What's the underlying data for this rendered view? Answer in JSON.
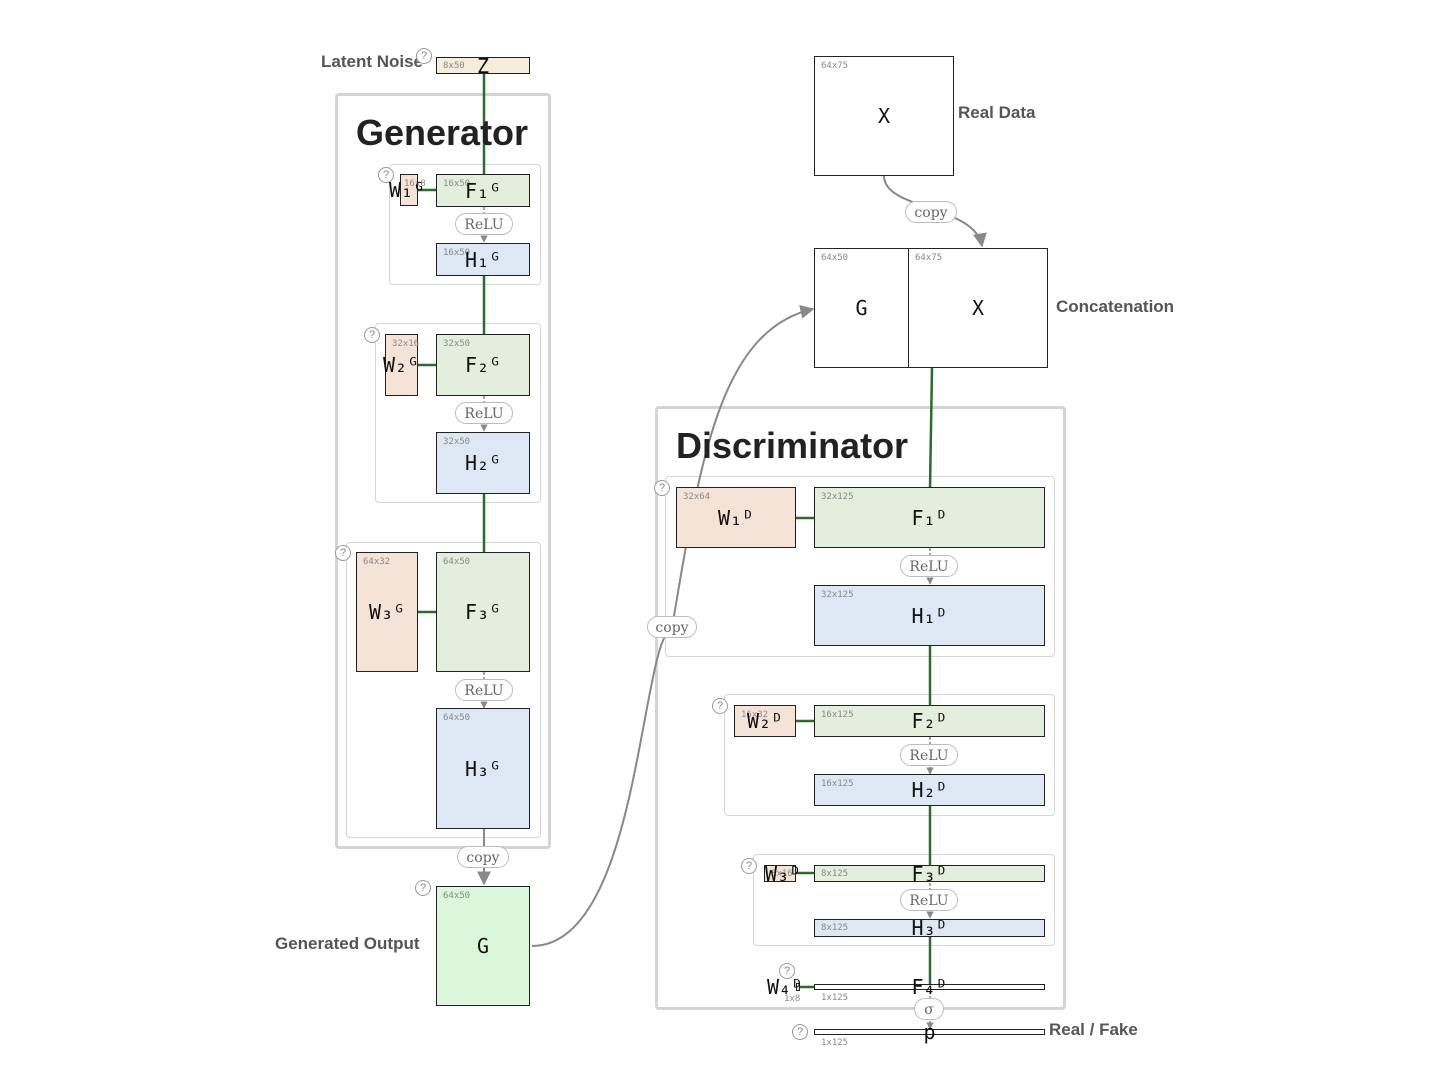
{
  "titles": {
    "generator": "Generator",
    "discriminator": "Discriminator"
  },
  "labels": {
    "latent_noise": "Latent Noise",
    "generated_output": "Generated Output",
    "real_data": "Real Data",
    "concatenation": "Concatenation",
    "real_fake": "Real / Fake"
  },
  "generator": {
    "z": {
      "symbol": "Z",
      "dims": "8x50"
    },
    "w1": {
      "symbol": "W₁ᴳ",
      "dims": "16x8"
    },
    "f1": {
      "symbol": "F₁ᴳ",
      "dims": "16x50"
    },
    "h1": {
      "symbol": "H₁ᴳ",
      "dims": "16x50"
    },
    "w2": {
      "symbol": "W₂ᴳ",
      "dims": "32x16"
    },
    "f2": {
      "symbol": "F₂ᴳ",
      "dims": "32x50"
    },
    "h2": {
      "symbol": "H₂ᴳ",
      "dims": "32x50"
    },
    "w3": {
      "symbol": "W₃ᴳ",
      "dims": "64x32"
    },
    "f3": {
      "symbol": "F₃ᴳ",
      "dims": "64x50"
    },
    "h3": {
      "symbol": "H₃ᴳ",
      "dims": "64x50"
    },
    "out": {
      "symbol": "G",
      "dims": "64x50"
    }
  },
  "real": {
    "x": {
      "symbol": "X",
      "dims": "64x75"
    },
    "concat_g": {
      "symbol": "G",
      "dims": "64x50"
    },
    "concat_x": {
      "symbol": "X",
      "dims": "64x75"
    }
  },
  "discriminator": {
    "w1": {
      "symbol": "W₁ᴰ",
      "dims": "32x64"
    },
    "f1": {
      "symbol": "F₁ᴰ",
      "dims": "32x125"
    },
    "h1": {
      "symbol": "H₁ᴰ",
      "dims": "32x125"
    },
    "w2": {
      "symbol": "W₂ᴰ",
      "dims": "16x32"
    },
    "f2": {
      "symbol": "F₂ᴰ",
      "dims": "16x125"
    },
    "h2": {
      "symbol": "H₂ᴰ",
      "dims": "16x125"
    },
    "w3": {
      "symbol": "W₃ᴰ",
      "dims": "8x16"
    },
    "f3": {
      "symbol": "F₃ᴰ",
      "dims": "8x125"
    },
    "h3": {
      "symbol": "H₃ᴰ",
      "dims": "8x125"
    },
    "w4": {
      "symbol": "W₄ᴰ",
      "dims": "1x8"
    },
    "f4": {
      "symbol": "F₄ᴰ",
      "dims": "1x125"
    },
    "p": {
      "symbol": "p",
      "dims": "1x125"
    }
  },
  "ops": {
    "relu": "ReLU",
    "copy": "copy",
    "sigmoid": "σ"
  },
  "help": "?",
  "colors": {
    "weight": "#f5e3d8",
    "linear": "#e3efdc",
    "hidden": "#dde8f4",
    "noise": "#f6eddc",
    "generated": "#dbf7db",
    "wire": "#2d6a2d",
    "connector": "#888888"
  }
}
